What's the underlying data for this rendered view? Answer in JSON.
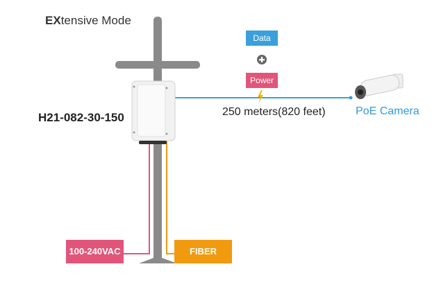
{
  "title": {
    "bold": "EX",
    "rest": "tensive Mode"
  },
  "model": "H21-082-30-150",
  "data_label": "Data",
  "power_label": "Power",
  "distance": "250 meters(820 feet)",
  "camera_label": "PoE Camera",
  "ac_label": "100-240VAC",
  "fiber_label": "FIBER",
  "colors": {
    "data": "#3aa0dc",
    "power": "#e2557a",
    "fiber": "#f19a10",
    "pole": "#8a8a8a"
  }
}
